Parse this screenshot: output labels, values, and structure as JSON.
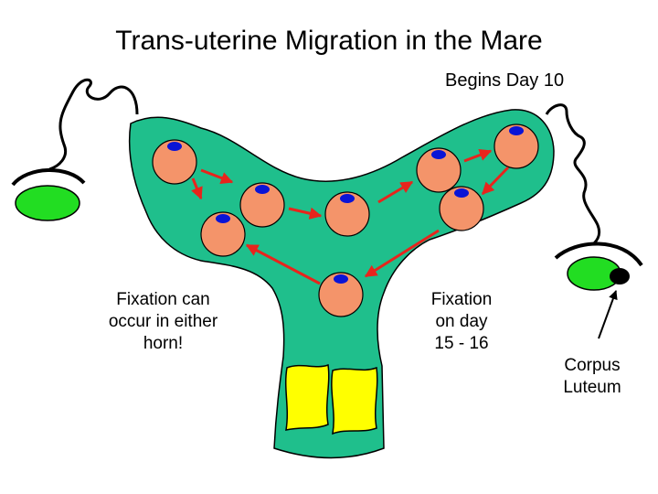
{
  "title": "Trans-uterine Migration in the Mare",
  "subtitle": "Begins Day 10",
  "notes": {
    "left": [
      "Fixation can",
      "occur in either",
      "horn!"
    ],
    "middle": [
      "Fixation",
      "on day",
      "15 - 16"
    ],
    "right": [
      "Corpus",
      "Luteum"
    ]
  },
  "colors": {
    "uterus": "#1fbf8c",
    "embryo": "#f4946a",
    "embryo_pole": "#0a14d6",
    "arrow": "#e8241c",
    "cervix": "#ffff00",
    "ovary": "#22dd22",
    "corpus_luteum": "#000000"
  }
}
